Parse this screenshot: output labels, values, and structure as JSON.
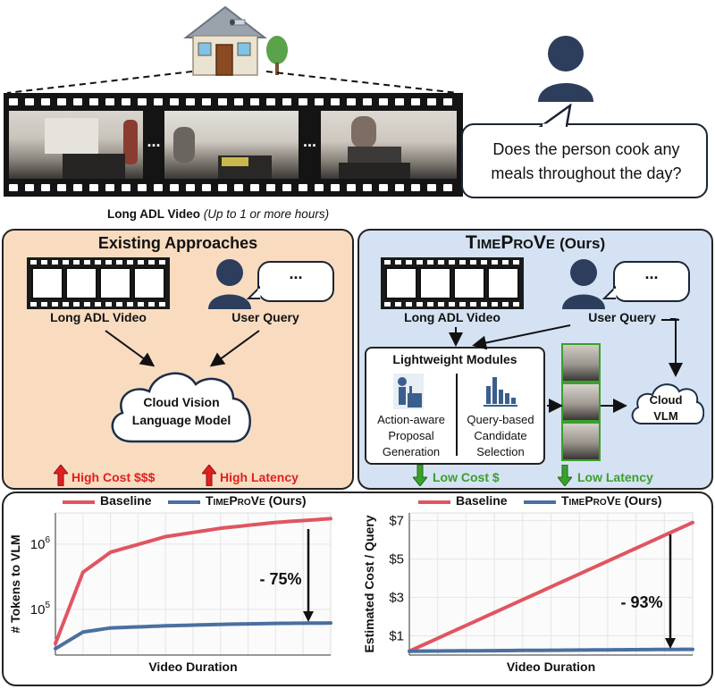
{
  "top": {
    "question": "Does the person cook any meals throughout the day?",
    "video_caption_bold": "Long ADL Video",
    "video_caption_italic": "(Up to 1 or more hours)",
    "ellipsis": "..."
  },
  "existing": {
    "title": "Existing Approaches",
    "video_label": "Long ADL Video",
    "query_label": "User Query",
    "bubble_text": "...",
    "cloud_line1": "Cloud Vision",
    "cloud_line2": "Language Model",
    "cost_label": "High Cost $$$",
    "latency_label": "High Latency"
  },
  "ours": {
    "title_main": "TimeProVe",
    "title_suffix": "(Ours)",
    "video_label": "Long ADL Video",
    "query_label": "User Query",
    "bubble_text": "...",
    "modules_title": "Lightweight Modules",
    "module1_line1": "Action-aware",
    "module1_line2": "Proposal",
    "module1_line3": "Generation",
    "module2_line1": "Query-based",
    "module2_line2": "Candidate",
    "module2_line3": "Selection",
    "cloud_line1": "Cloud",
    "cloud_line2": "VLM",
    "cost_label": "Low Cost $",
    "latency_label": "Low Latency"
  },
  "colors": {
    "red": "#e05560",
    "blue": "#4a6fa0",
    "orange_bg": "#f9dcc0",
    "blue_bg": "#d4e2f3",
    "green": "#3aa02c",
    "up_red": "#e02020"
  },
  "chart_data": [
    {
      "type": "line",
      "ylabel": "# Tokens to VLM",
      "xlabel": "Video Duration",
      "yscale": "log",
      "ylim": [
        20000,
        3000000
      ],
      "yticks": [
        "10^5",
        "10^6"
      ],
      "legend": "top",
      "grid": true,
      "annotation": "- 75%",
      "series": [
        {
          "name": "Baseline",
          "x": [
            0,
            0.1,
            0.2,
            0.4,
            0.6,
            0.8,
            1.0
          ],
          "values": [
            30000,
            370000,
            750000,
            1300000,
            1750000,
            2150000,
            2450000
          ]
        },
        {
          "name": "TimeProVe (Ours)",
          "x": [
            0,
            0.1,
            0.2,
            0.4,
            0.6,
            0.8,
            1.0
          ],
          "values": [
            25000,
            45000,
            52000,
            56000,
            59000,
            61000,
            62000
          ]
        }
      ]
    },
    {
      "type": "line",
      "ylabel": "Estimated Cost / Query",
      "xlabel": "Video Duration",
      "ylim": [
        0,
        7.4
      ],
      "yticks": [
        "$1",
        "$3",
        "$5",
        "$7"
      ],
      "legend": "top",
      "grid": true,
      "annotation": "- 93%",
      "series": [
        {
          "name": "Baseline",
          "x": [
            0,
            1.0
          ],
          "values": [
            0.2,
            6.9
          ]
        },
        {
          "name": "TimeProVe (Ours)",
          "x": [
            0,
            0.5,
            1.0
          ],
          "values": [
            0.2,
            0.25,
            0.3
          ]
        }
      ]
    }
  ],
  "legend": {
    "baseline": "Baseline",
    "ours_main": "TimeProVe",
    "ours_suffix": "(Ours)"
  }
}
